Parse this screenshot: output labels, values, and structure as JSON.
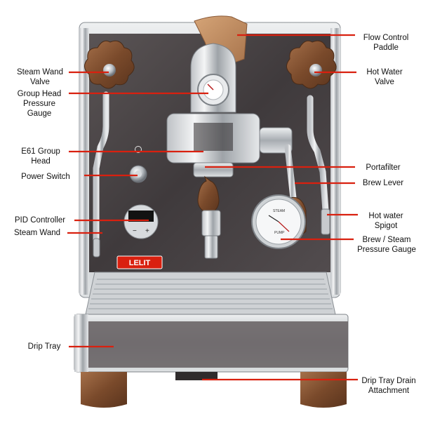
{
  "accent_color": "#d9200f",
  "brand": {
    "logo_text": "LELIT"
  },
  "pid_display": {
    "minus": "−",
    "plus": "+"
  },
  "gauge": {
    "steam_text": "STEAM",
    "pump_text": "PUMP"
  },
  "labels": {
    "flow_control_paddle": "Flow Control\nPaddle",
    "steam_wand_valve": "Steam Wand\nValve",
    "hot_water_valve": "Hot Water\nValve",
    "group_head_pressure_gauge": "Group Head\nPressure\nGauge",
    "e61_group_head": "E61 Group\nHead",
    "power_switch": "Power Switch",
    "portafilter": "Portafilter",
    "brew_lever": "Brew Lever",
    "pid_controller": "PID Controller",
    "steam_wand": "Steam Wand",
    "hot_water_spigot": "Hot water\nSpigot",
    "brew_steam_pressure_gauge": "Brew / Steam\nPressure Gauge",
    "drip_tray": "Drip Tray",
    "drip_tray_drain_attachment": "Drip Tray Drain\nAttachment"
  }
}
